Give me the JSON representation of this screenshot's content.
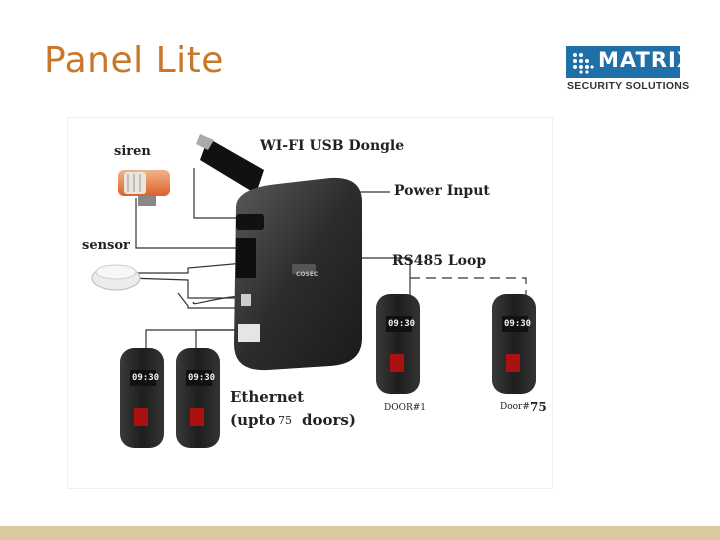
{
  "slide": {
    "title": "Panel Lite"
  },
  "logo": {
    "name": "MATRIX",
    "tagline": "SECURITY SOLUTIONS",
    "brand_color": "#1f6fa8"
  },
  "diagram": {
    "labels": {
      "siren": "siren",
      "wifi": "WI-FI USB Dongle",
      "power": "Power Input",
      "sensor": "sensor",
      "rs485": "RS485 Loop",
      "ethernet_line1": "Ethernet",
      "ethernet_line2_a": "(upto",
      "ethernet_line2_num": "75",
      "ethernet_line2_b": "doors)",
      "door1": "DOOR#1",
      "doorN_prefix": "Door#",
      "doorN_num": "75"
    },
    "device_brand": "COSEC",
    "reader_time": "09:30"
  }
}
